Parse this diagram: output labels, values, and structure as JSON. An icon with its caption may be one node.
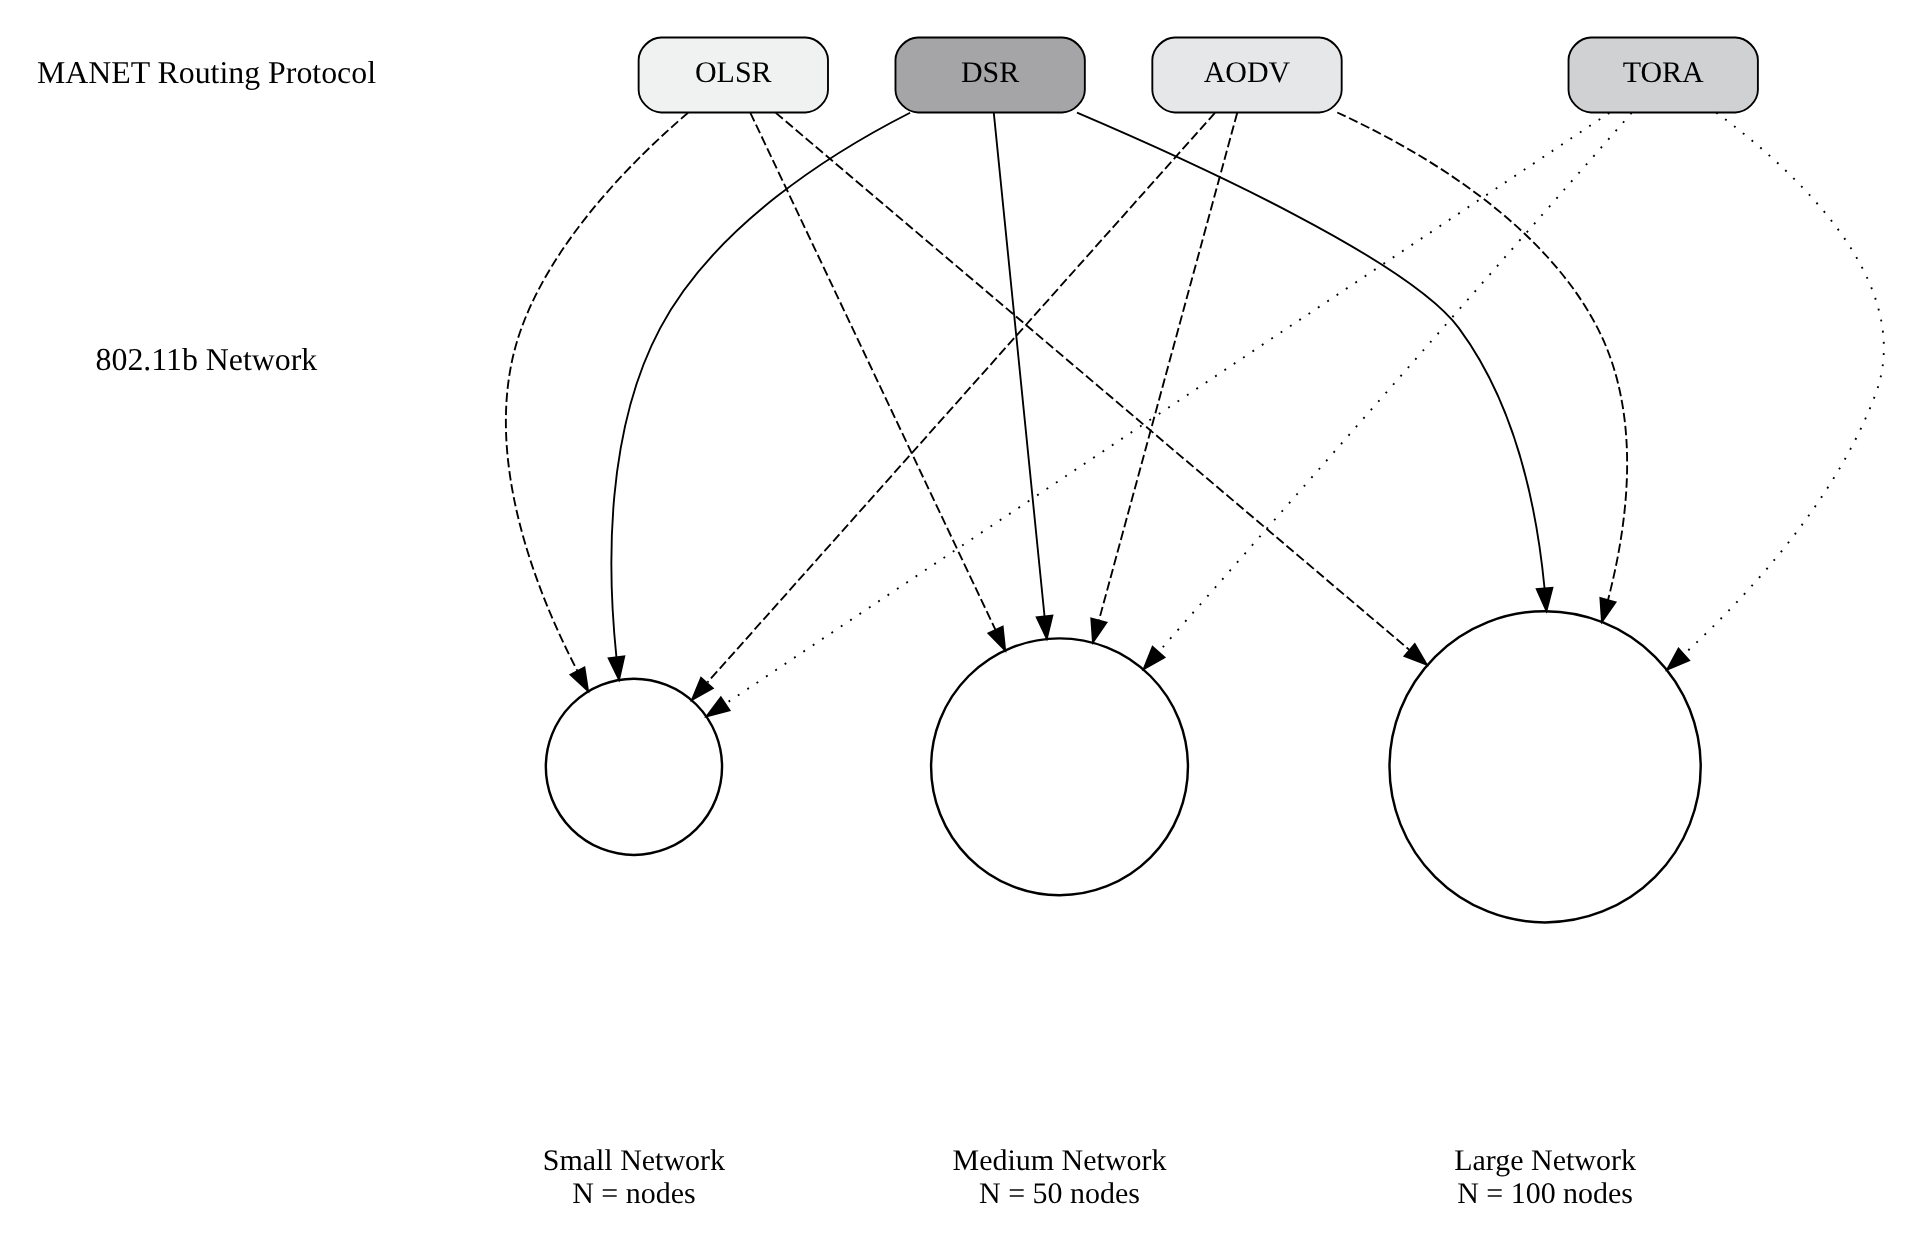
{
  "diagram": {
    "nodes": [
      {
        "text": [
          "OLSR"
        ]
      },
      {
        "text": [
          "DSR"
        ]
      },
      {
        "text": [
          "AODV"
        ]
      },
      {
        "text": [
          "TORA"
        ]
      },
      {
        "text": [],
        "shape": "circle",
        "beside": [
          "Small Network",
          "N = nodes"
        ]
      },
      {
        "text": [],
        "shape": "circle",
        "beside": [
          "Medium Network",
          "N = 50 nodes"
        ]
      },
      {
        "text": [],
        "shape": "circle",
        "beside": [
          "Large Network",
          "N = 100 nodes"
        ]
      }
    ],
    "edges": [
      {
        "from": 0,
        "to": 4,
        "arrow": "to",
        "style": "dashed"
      },
      {
        "from": 0,
        "to": 5,
        "arrow": "to",
        "style": "dashed"
      },
      {
        "from": 0,
        "to": 6,
        "arrow": "to",
        "style": "dashed"
      },
      {
        "from": 1,
        "to": 4,
        "arrow": "to"
      },
      {
        "from": 1,
        "to": 5,
        "arrow": "to"
      },
      {
        "from": 1,
        "to": 6,
        "arrow": "to"
      },
      {
        "from": 2,
        "to": 4,
        "arrow": "to",
        "style": "dashed"
      },
      {
        "from": 2,
        "to": 5,
        "arrow": "to",
        "style": "dashed"
      },
      {
        "from": 2,
        "to": 6,
        "arrow": "to",
        "style": "dashed"
      },
      {
        "from": 3,
        "to": 4,
        "arrow": "to",
        "style": "dashed"
      },
      {
        "from": 3,
        "to": 5,
        "arrow": "to",
        "style": "dashed"
      },
      {
        "from": 3,
        "to": 6,
        "arrow": "to",
        "style": "dashed"
      }
    ],
    "labels": [
      "MANET Routing Protocol",
      "802.11b Network"
    ]
  }
}
